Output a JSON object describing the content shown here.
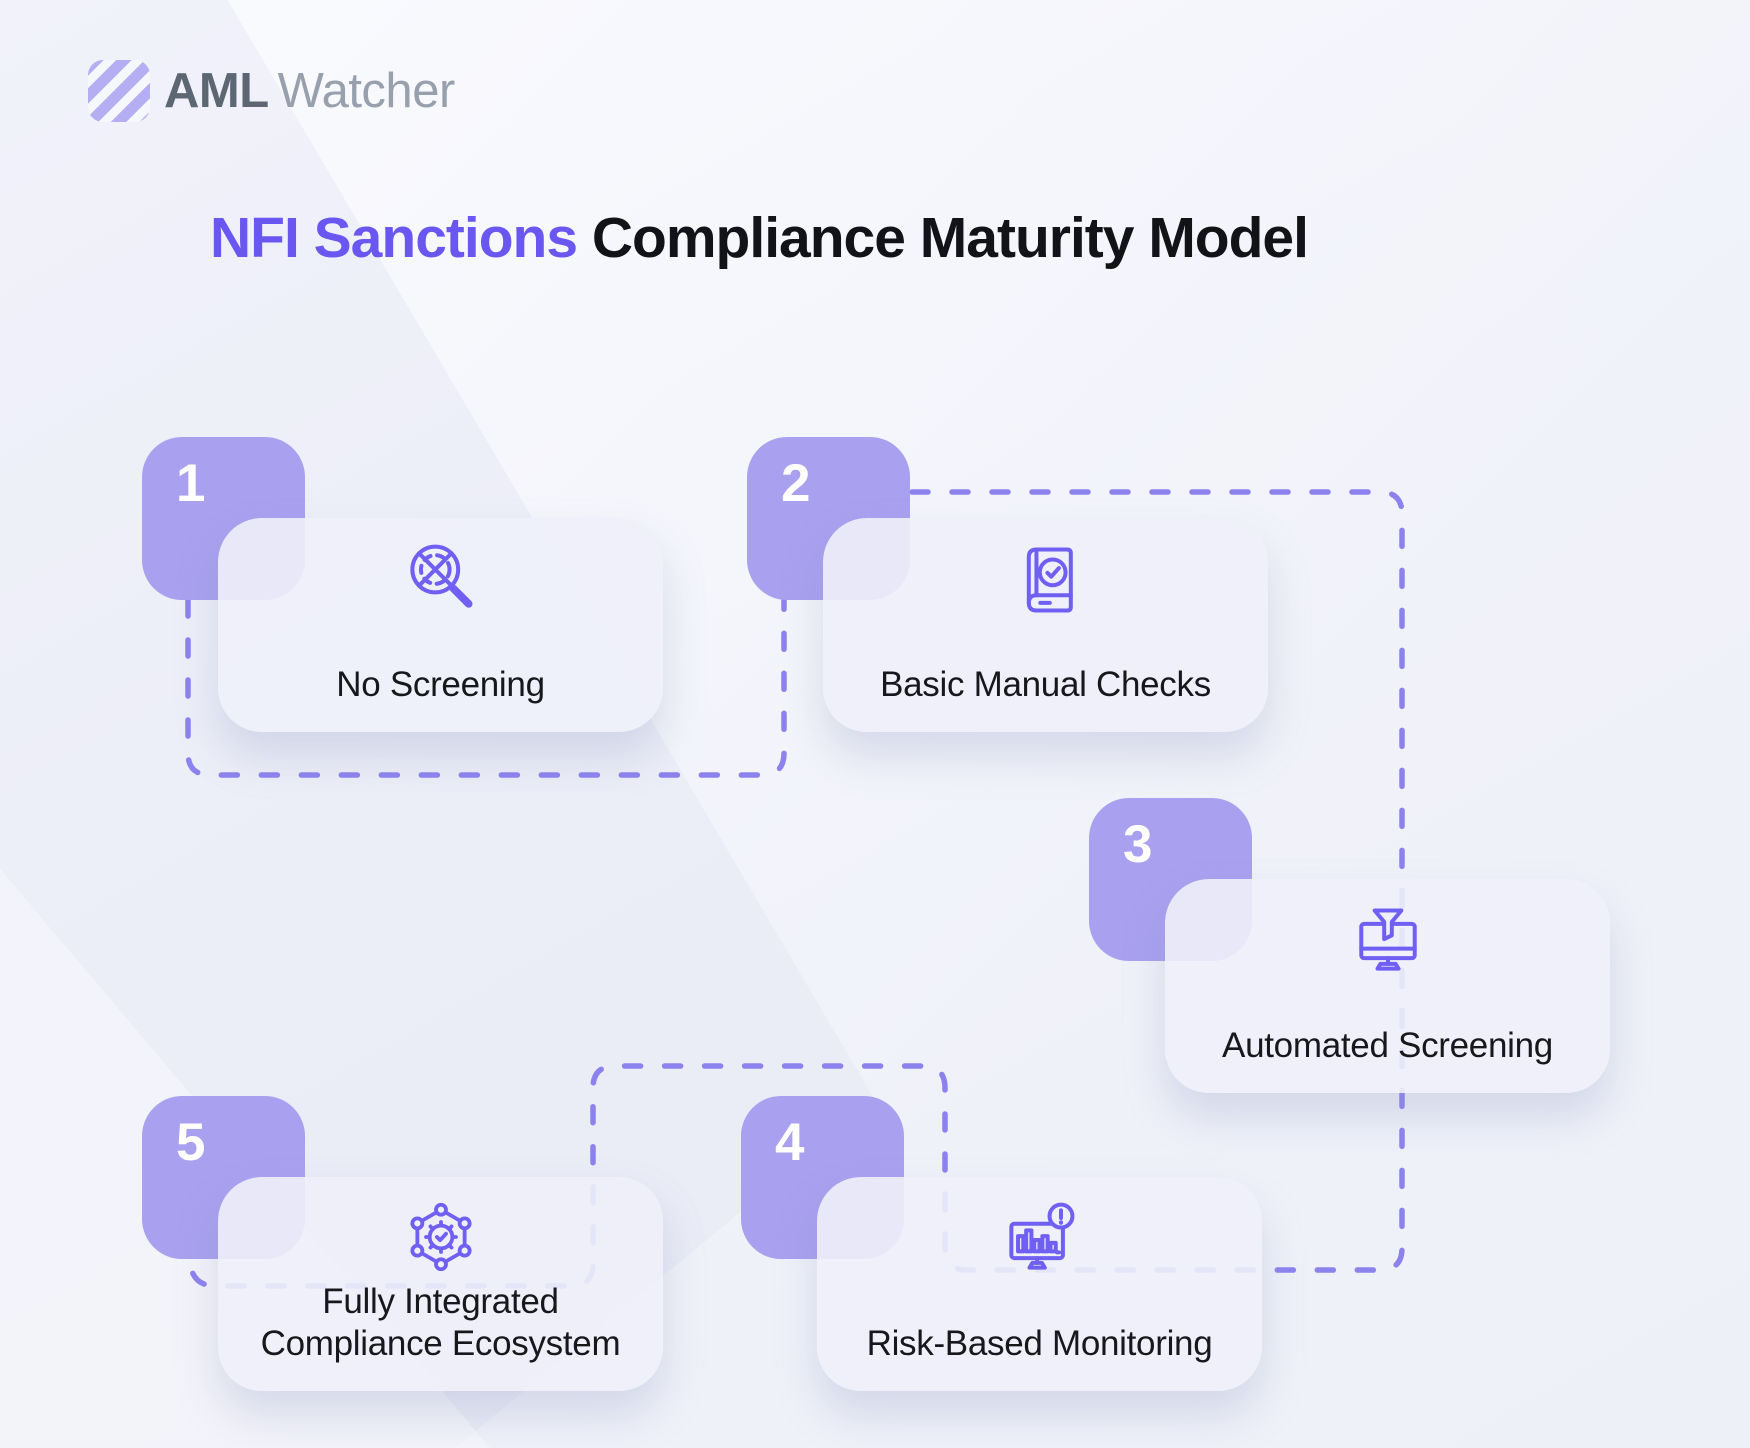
{
  "logo": {
    "brand_bold": "AML",
    "brand_light": "Watcher"
  },
  "title": {
    "highlight": "NFI Sanctions",
    "rest": " Compliance Maturity Model"
  },
  "steps": [
    {
      "number": "1",
      "label": "No Screening",
      "icon": "no-screening-magnifier-icon"
    },
    {
      "number": "2",
      "label": "Basic Manual Checks",
      "icon": "book-check-icon"
    },
    {
      "number": "3",
      "label": "Automated Screening",
      "icon": "monitor-funnel-icon"
    },
    {
      "number": "4",
      "label": "Risk-Based Monitoring",
      "icon": "monitor-chart-alert-icon"
    },
    {
      "number": "5",
      "label": "Fully Integrated Compliance Ecosystem",
      "icon": "hexagon-gear-check-icon"
    }
  ],
  "colors": {
    "badge": "#a9a0ef",
    "icon_stroke": "#6f5ff3",
    "connector": "#8c82ee",
    "title_accent": "#6a57f1",
    "title_dark": "#121317",
    "card_bg": "#eef0fa",
    "page_bg": "#ebedf7"
  }
}
